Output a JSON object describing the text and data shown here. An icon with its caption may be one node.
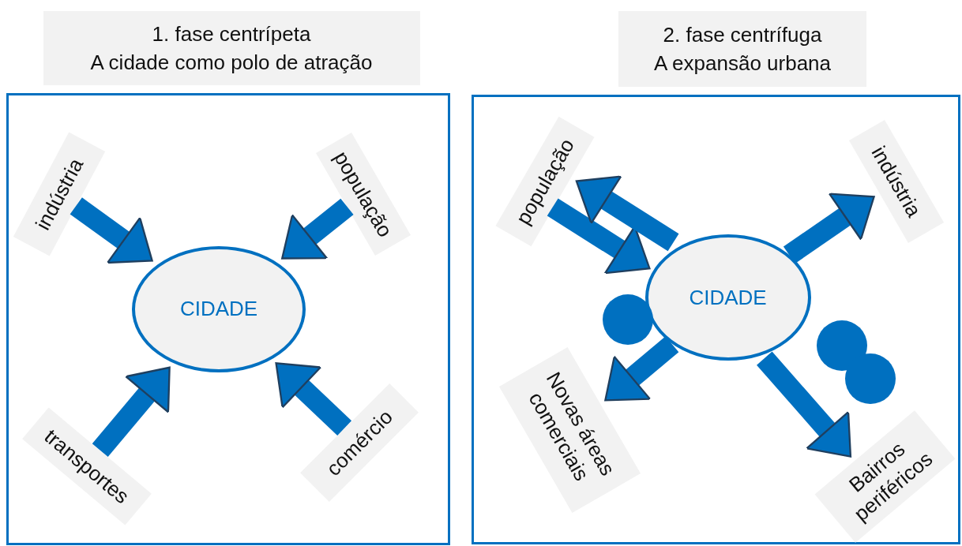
{
  "diagram": {
    "nodes": [
      {
        "text": [
          "1. fase centrípeta",
          "A cidade como polo de atração"
        ]
      },
      {
        "text": [],
        "shape": "box"
      },
      {
        "text": [
          "CIDADE"
        ],
        "in": 1
      },
      {
        "text": [
          "indústria"
        ],
        "in": 1
      },
      {
        "text": [
          "população"
        ],
        "in": 1
      },
      {
        "text": [
          "transportes"
        ],
        "in": 1
      },
      {
        "text": [
          "comércio"
        ],
        "in": 1
      },
      {
        "text": [
          "2. fase centrífuga",
          "A expansão urbana"
        ]
      },
      {
        "text": [],
        "shape": "box"
      },
      {
        "text": [
          "CIDADE"
        ],
        "in": 8
      },
      {
        "text": [
          "população"
        ],
        "in": 8
      },
      {
        "text": [
          "indústria"
        ],
        "in": 8
      },
      {
        "text": [
          "Novas áreas comerciais"
        ],
        "in": 8
      },
      {
        "text": [
          "Bairros periféricos"
        ],
        "in": 8
      },
      {
        "text": [],
        "shape": "circle",
        "in": 8
      },
      {
        "text": [],
        "shape": "circle",
        "in": 8
      },
      {
        "text": [],
        "shape": "circle",
        "in": 8
      }
    ],
    "edges": [
      {
        "from": 3,
        "to": 2,
        "arrow": "to"
      },
      {
        "from": 4,
        "to": 2,
        "arrow": "to"
      },
      {
        "from": 5,
        "to": 2,
        "arrow": "to"
      },
      {
        "from": 6,
        "to": 2,
        "arrow": "to"
      },
      {
        "from": 10,
        "to": 9,
        "arrow": "to"
      },
      {
        "from": 9,
        "to": 10,
        "arrow": "to"
      },
      {
        "from": 9,
        "to": 11,
        "arrow": "to"
      },
      {
        "from": 9,
        "to": 12,
        "arrow": "to"
      },
      {
        "from": 9,
        "to": 13,
        "arrow": "to"
      }
    ]
  }
}
